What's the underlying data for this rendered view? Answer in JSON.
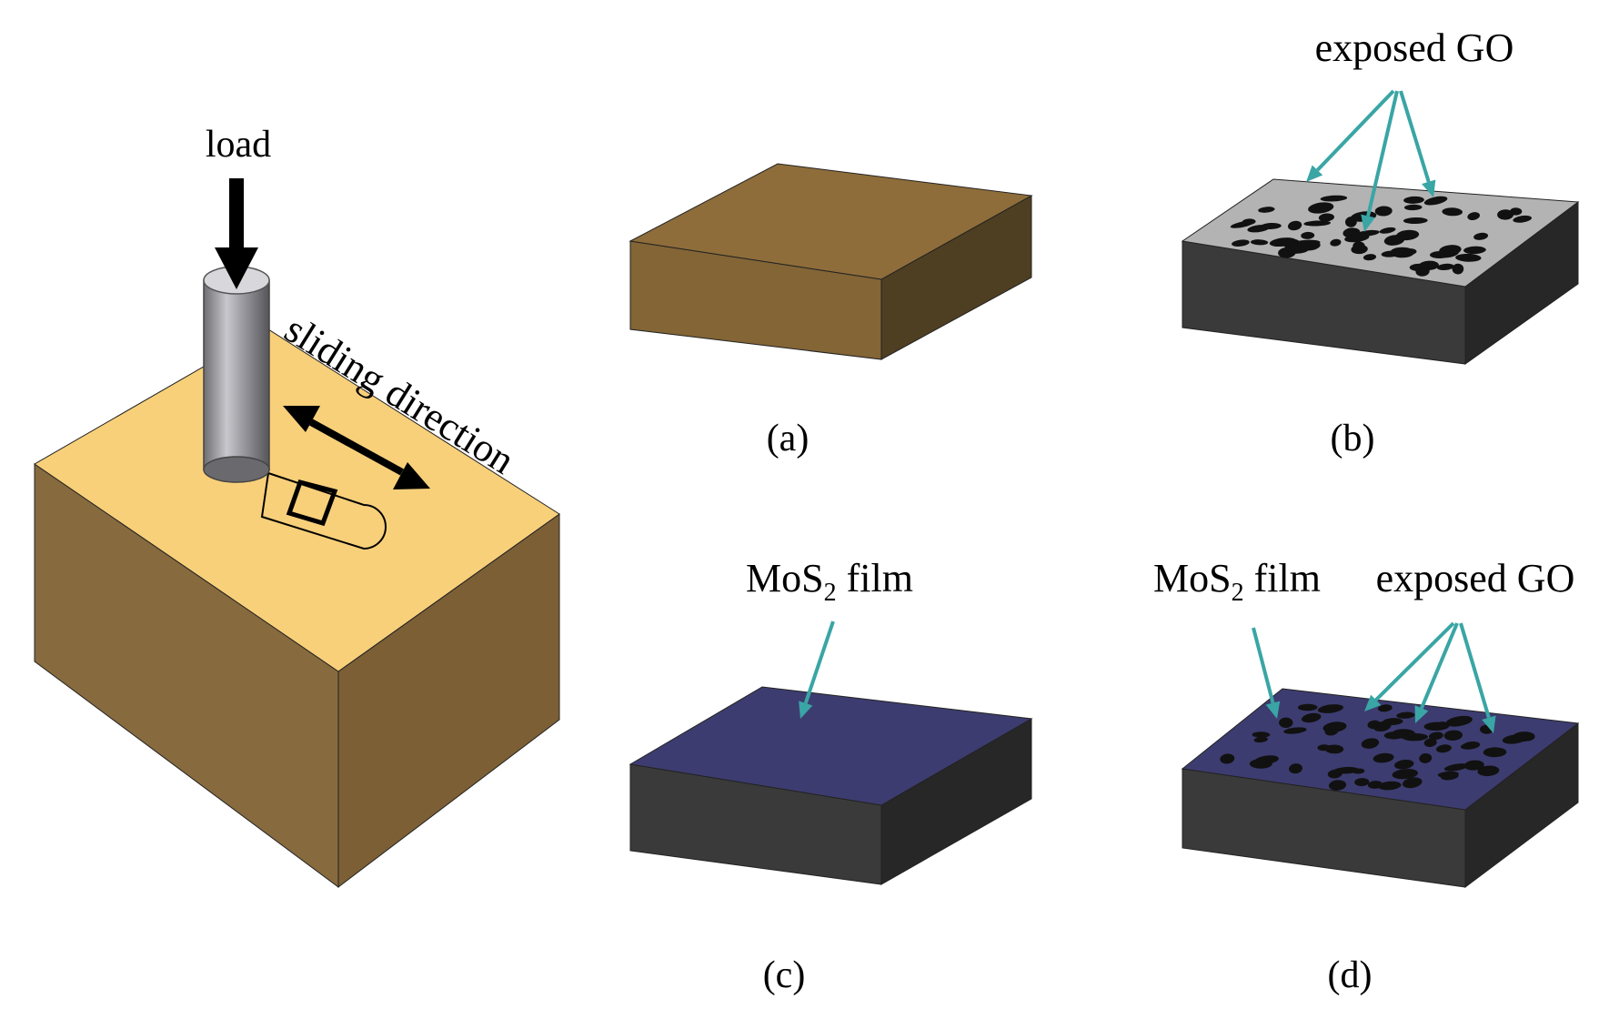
{
  "labels": {
    "load": "load",
    "sliding_direction": "sliding direction",
    "panel_a": "(a)",
    "panel_b": "(b)",
    "panel_c": "(c)",
    "panel_d": "(d)",
    "exposed_go_b": "exposed GO",
    "mos2_c_main": "MoS",
    "mos2_c_sub": "2",
    "mos2_c_tail": " film",
    "mos2_d_main": "MoS",
    "mos2_d_sub": "2",
    "mos2_d_tail": " film",
    "exposed_go_d": "exposed GO"
  },
  "colors": {
    "tan_top": "#F8D07A",
    "tan_front": "#876A3E",
    "tan_right": "#7C5F35",
    "brown_top": "#8E6D3A",
    "brown_front": "#836536",
    "brown_right": "#4F3F22",
    "gray_top": "#B3B3B3",
    "dark_front": "#3A3A3A",
    "dark_right": "#272727",
    "navy_top": "#3D3C70",
    "arrow_teal": "#3AA5A5",
    "spot": "#111111"
  }
}
